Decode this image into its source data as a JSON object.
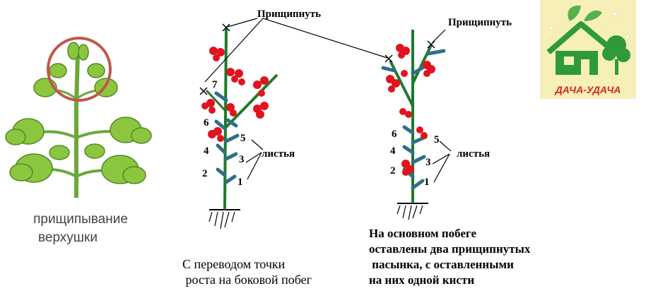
{
  "left_panel": {
    "caption_line1": "прищипывание",
    "caption_line2": "верхушки"
  },
  "middle_plant": {
    "pinch_label": "Прищипнуть",
    "leaves_label": "листья",
    "numbers": [
      "1",
      "2",
      "3",
      "4",
      "5",
      "6",
      "7"
    ],
    "caption_line1": "С переводом точки",
    "caption_line2": " роста на боковой побег"
  },
  "right_plant": {
    "pinch_label": "Прищипнуть",
    "leaves_label": "листья",
    "numbers": [
      "1",
      "2",
      "3",
      "4",
      "5",
      "6"
    ],
    "caption_line1": "На основном побеге",
    "caption_line2": "оставлены два прищипнутых",
    "caption_line3": " пасынка, с оставленными",
    "caption_line4": "на них одной кисти"
  },
  "logo": {
    "text": "ДАЧА-УДАЧА"
  },
  "colors": {
    "stem": "#1f7a2a",
    "leaf_stub": "#2f6f8a",
    "fruit": "#e0141e",
    "pinch_circle": "#c0574a",
    "plant_leaf": "#8cc63f",
    "logo_green": "#2e9a3a",
    "logo_text": "#d4281c"
  }
}
